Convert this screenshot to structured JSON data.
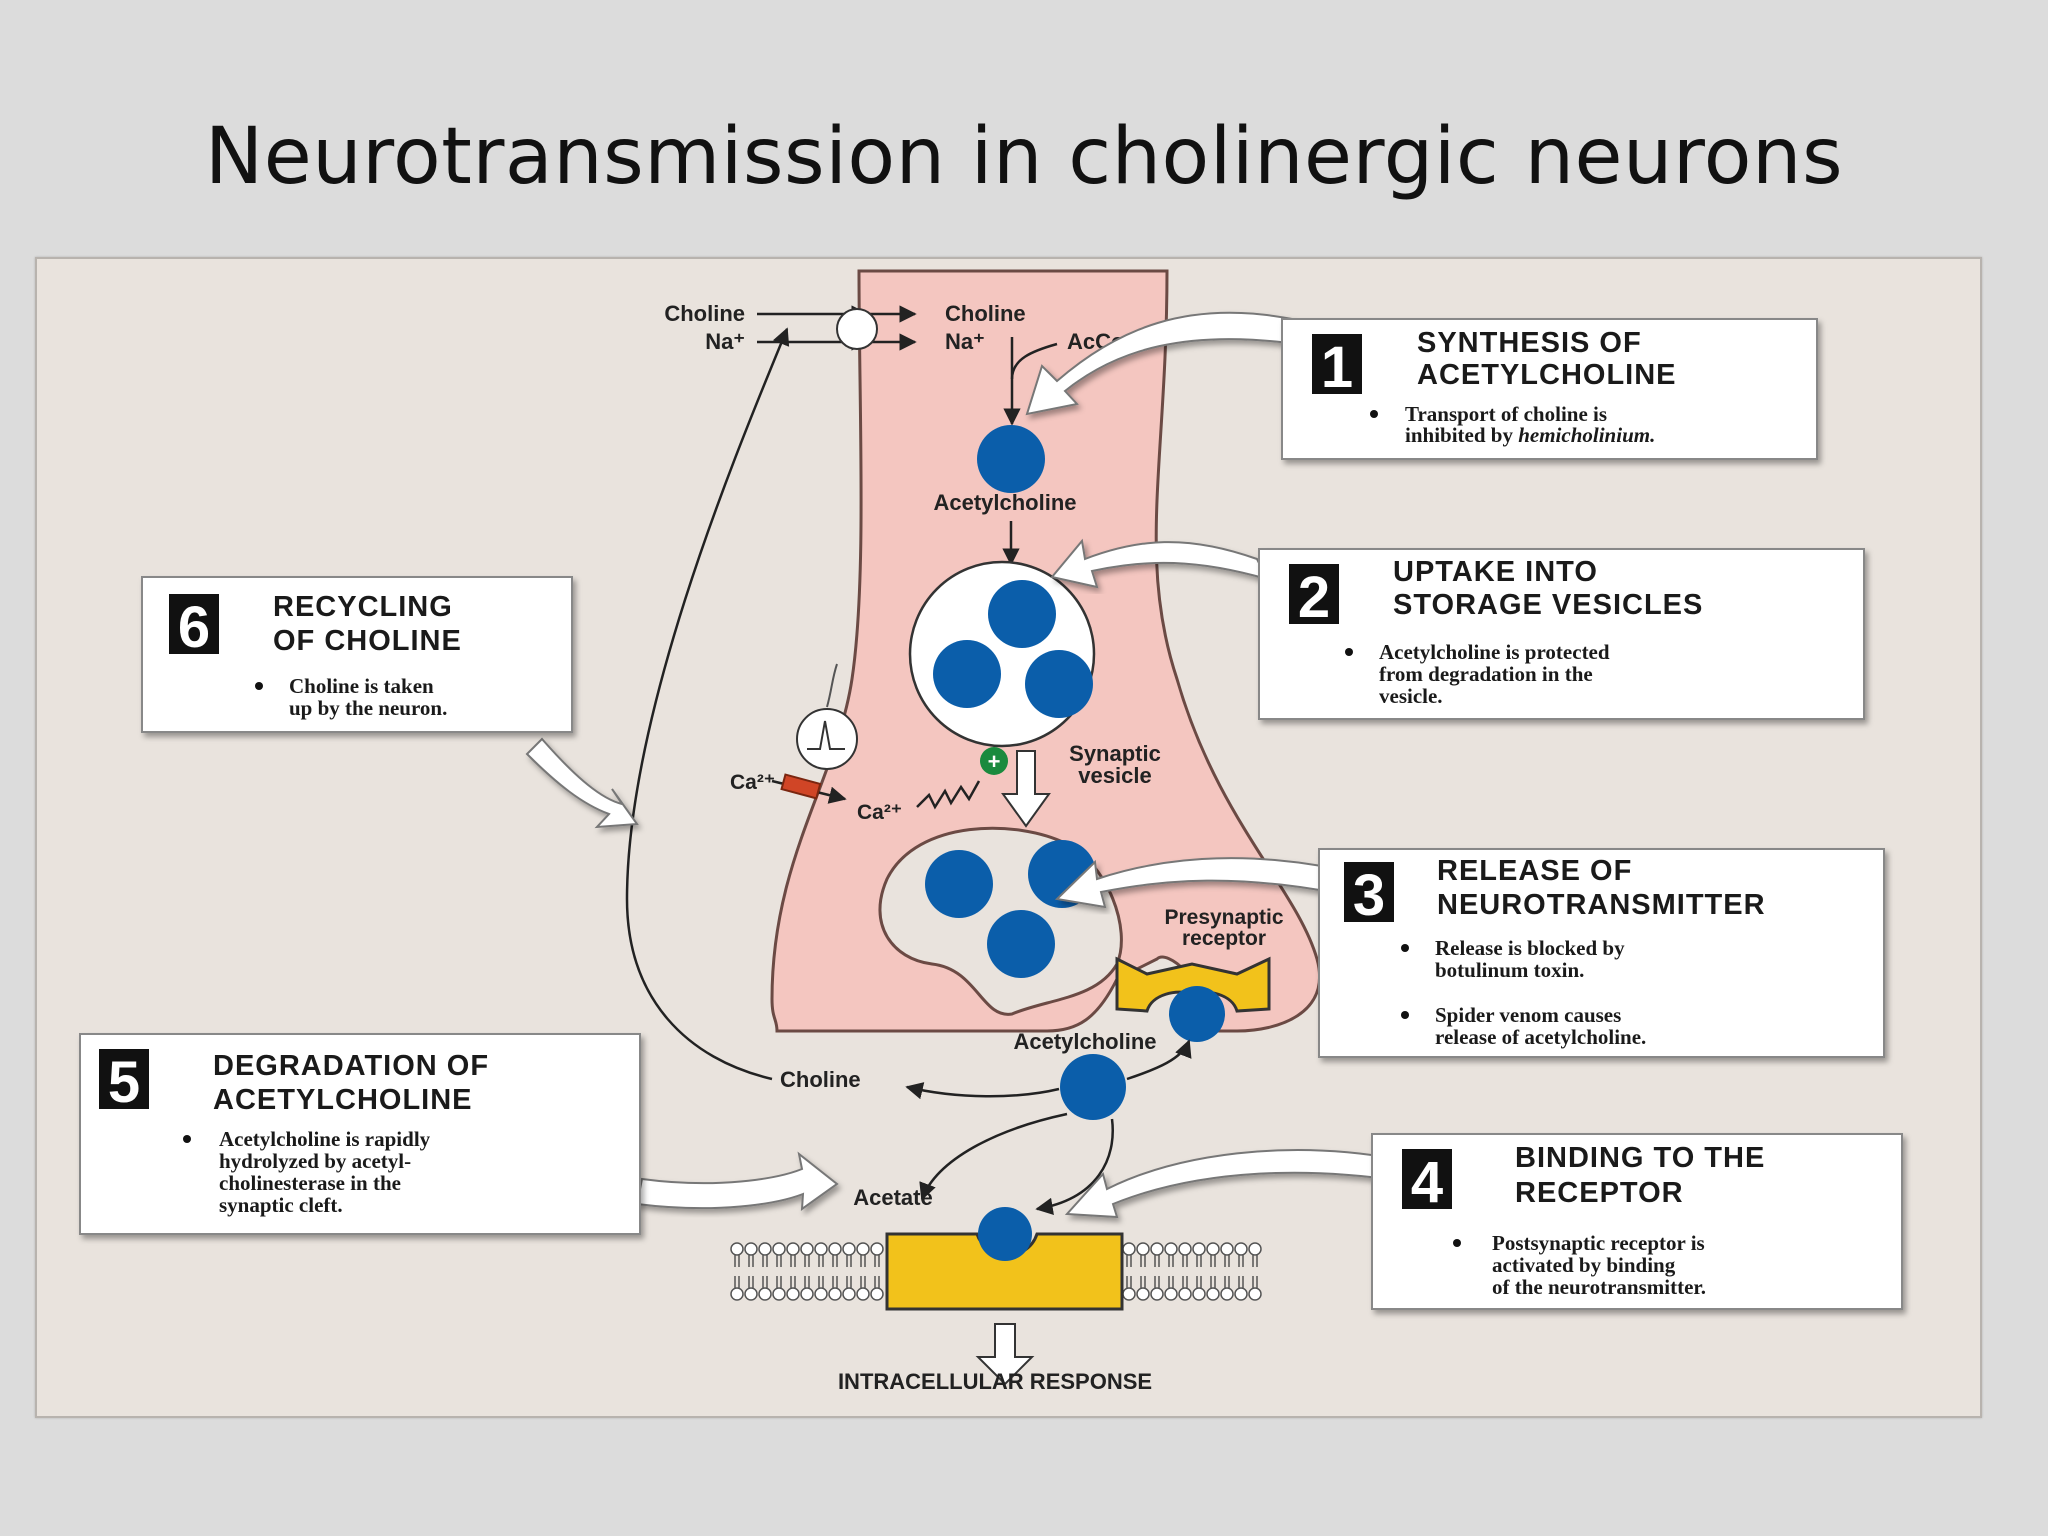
{
  "title": "Neurotransmission in cholinergic neurons",
  "colors": {
    "neuron": "#f4c6c0",
    "neuron_border": "#6b4a44",
    "vesicle_dot": "#0b5eaa",
    "receptor": "#f2c21b",
    "background": "#e9e3dd",
    "slide_bg": "#dcdcdc"
  },
  "labels": {
    "choline_out": "Choline",
    "na_out": "Na⁺",
    "choline_in": "Choline",
    "na_in": "Na⁺",
    "accoa": "AcCoA",
    "acetylcholine_top": "Acetylcholine",
    "synaptic_vesicle_1": "Synaptic",
    "synaptic_vesicle_2": "vesicle",
    "ca_out": "Ca²⁺",
    "ca_in": "Ca²⁺",
    "presynaptic_1": "Presynaptic",
    "presynaptic_2": "receptor",
    "acetylcholine_cleft": "Acetylcholine",
    "choline_cleft": "Choline",
    "acetate": "Acetate",
    "intracellular": "INTRACELLULAR RESPONSE"
  },
  "steps": [
    {
      "number": "1",
      "title_1": "SYNTHESIS OF",
      "title_2": "ACETYLCHOLINE",
      "bullet_1": "Transport of choline is",
      "bullet_2_plain": "inhibited by ",
      "bullet_2_italic": "hemicholinium."
    },
    {
      "number": "2",
      "title_1": "UPTAKE INTO",
      "title_2": "STORAGE VESICLES",
      "bullet_1": "Acetylcholine is protected",
      "bullet_2": "from degradation in the",
      "bullet_3": "vesicle."
    },
    {
      "number": "3",
      "title_1": "RELEASE OF",
      "title_2": "NEUROTRANSMITTER",
      "bullet_a1": "Release is blocked by",
      "bullet_a2": "botulinum toxin.",
      "bullet_b1": "Spider venom causes",
      "bullet_b2": "release of acetylcholine."
    },
    {
      "number": "4",
      "title_1": "BINDING TO THE",
      "title_2": "RECEPTOR",
      "bullet_1": "Postsynaptic receptor is",
      "bullet_2": "activated by binding",
      "bullet_3": "of the neurotransmitter."
    },
    {
      "number": "5",
      "title_1": "DEGRADATION OF",
      "title_2": "ACETYLCHOLINE",
      "bullet_1": "Acetylcholine is rapidly",
      "bullet_2": "hydrolyzed by acetyl-",
      "bullet_3": "cholinesterase in the",
      "bullet_4": "synaptic cleft."
    },
    {
      "number": "6",
      "title_1": "RECYCLING",
      "title_2": "OF CHOLINE",
      "bullet_1": "Choline is taken",
      "bullet_2": "up by the neuron."
    }
  ]
}
